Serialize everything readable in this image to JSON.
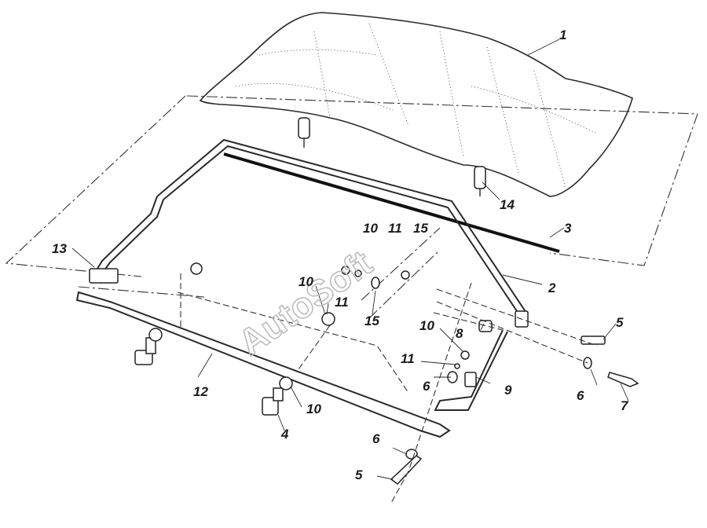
{
  "watermark": "AutoSoft",
  "callouts": {
    "c1": "1",
    "c2": "2",
    "c3": "3",
    "c4": "4",
    "c5a": "5",
    "c5b": "5",
    "c6a": "6",
    "c6b": "6",
    "c6c": "6",
    "c7": "7",
    "c8": "8",
    "c9": "9",
    "c10a": "10",
    "c10b": "10",
    "c10c": "10",
    "c10d": "10",
    "c11a": "11",
    "c11b": "11",
    "c11c": "11",
    "c12": "12",
    "c13": "13",
    "c14": "14",
    "c15a": "15",
    "c15b": "15"
  }
}
